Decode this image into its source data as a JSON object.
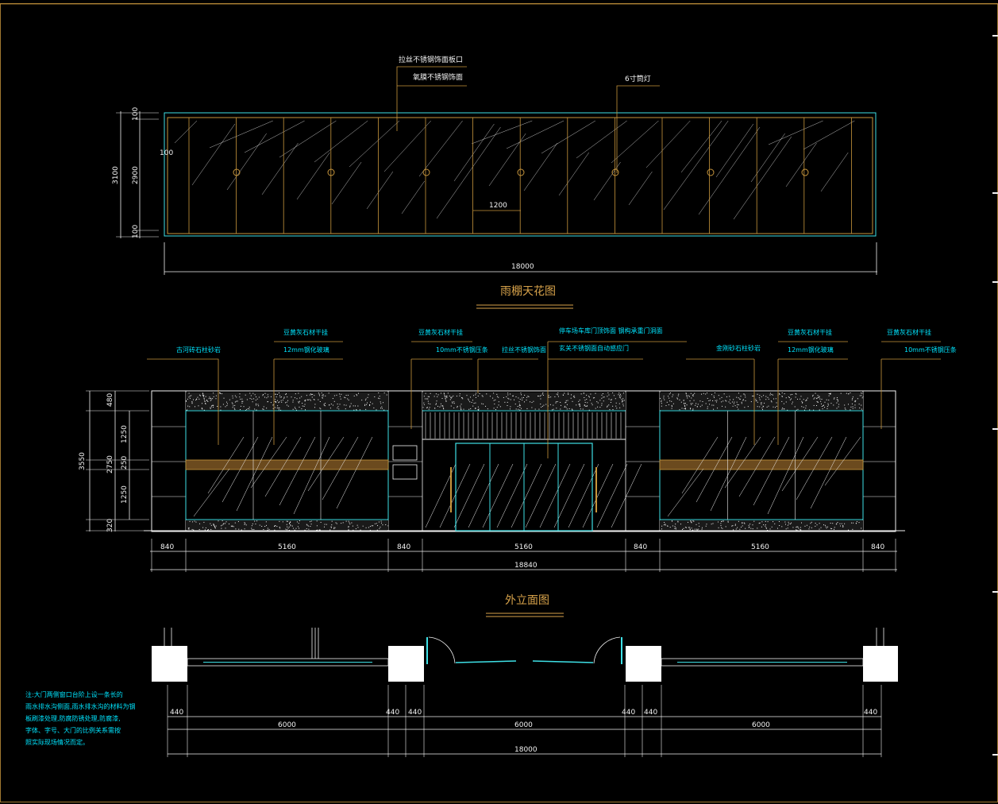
{
  "drawing": {
    "ceiling": {
      "title": "雨棚天花图",
      "labels": {
        "top1": "拉丝不锈钢饰面板口",
        "top2": "氧膜不锈钢饰面",
        "top3": "6寸筒灯"
      },
      "dims": {
        "width": "18000",
        "bay": "1200",
        "h_total": "3100",
        "h_main": "2900",
        "h_top": "100",
        "h_bottom": "100",
        "inner": "100"
      }
    },
    "elevation": {
      "title": "外立面图",
      "labels": {
        "l1": "古河砖石柱砂岩",
        "l2": "豆黄灰石材干挂",
        "l2b": "12mm钢化玻璃",
        "l3": "豆黄灰石材干挂",
        "l3b": "10mm不锈钢压条",
        "l4": "拉丝不锈钢饰面",
        "l5": "停车场车库门顶饰面 钢构承重门洞面",
        "l5b": "玄关不锈钢面自动感应门",
        "l6": "金刚砂石柱砂岩",
        "l7": "豆黄灰石材干挂",
        "l7b": "12mm钢化玻璃",
        "l8": "豆黄灰石材干挂",
        "l8b": "10mm不锈钢压条"
      },
      "dims": {
        "segments": [
          "840",
          "5160",
          "840",
          "5160",
          "840",
          "5160",
          "840"
        ],
        "total": "18840",
        "heights": [
          "480",
          "2750",
          "320"
        ],
        "h_total": "3550",
        "h_sub": [
          "1250",
          "250",
          "1250"
        ]
      }
    },
    "plan": {
      "dims": {
        "small": [
          "440",
          "440",
          "440",
          "440",
          "440",
          "440"
        ],
        "segments": [
          "6000",
          "6000",
          "6000"
        ],
        "total": "18000"
      }
    },
    "note": [
      "注:大门两侧窗口台阶上设一条长的",
      "雨水排水沟侧面,雨水排水沟的材料为钢",
      "板刷漆处理,防腐防锈处理,防腐漆,",
      "字体、字号、大门的比例关系需按",
      "照实际现场情况而定。"
    ],
    "colors": {
      "frame": "#3ee0e6",
      "wood": "#c8963c",
      "white": "#f2f2f2",
      "title": "#d7a24a"
    }
  }
}
